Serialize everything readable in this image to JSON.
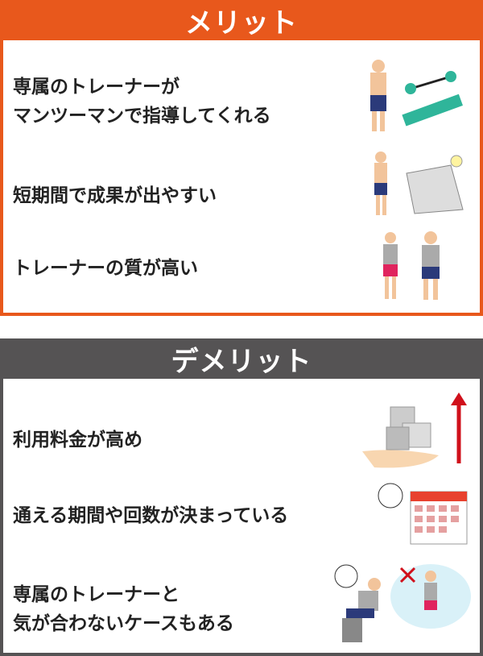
{
  "merit": {
    "title": "メリット",
    "color": "#e8581c",
    "items": [
      {
        "line1": "専属のトレーナーが",
        "line2": "マンツーマンで指導してくれる"
      },
      {
        "line1": "短期間で成果が出やすい"
      },
      {
        "line1": "トレーナーの質が高い"
      }
    ]
  },
  "demerit": {
    "title": "デメリット",
    "color": "#555354",
    "items": [
      {
        "line1": "利用料金が高め"
      },
      {
        "line1": "通える期間や回数が決まっている"
      },
      {
        "line1": "専属のトレーナーと",
        "line2": "気が合わないケースもある"
      }
    ]
  }
}
